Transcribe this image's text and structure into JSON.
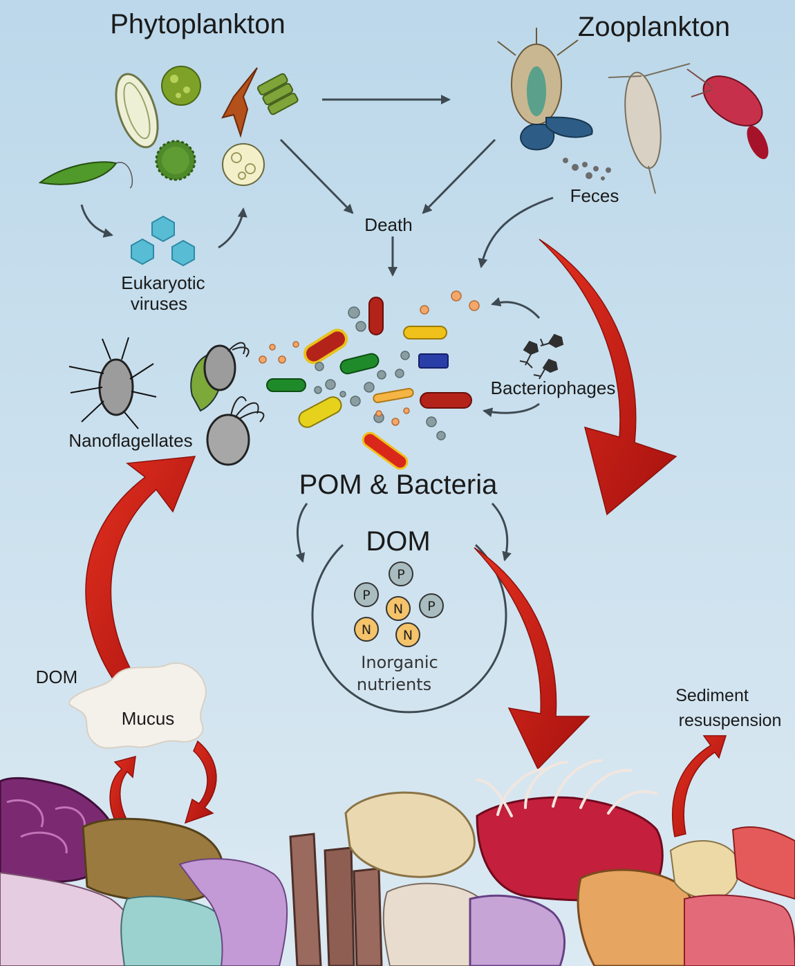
{
  "labels": {
    "phytoplankton": "Phytoplankton",
    "zooplankton": "Zooplankton",
    "feces": "Feces",
    "death": "Death",
    "eukaryotic_viruses_line1": "Eukaryotic",
    "eukaryotic_viruses_line2": "viruses",
    "bacteriophages": "Bacteriophages",
    "nanoflagellates": "Nanoflagellates",
    "pom_bacteria": "POM & Bacteria",
    "dom_center": "DOM",
    "dom_left": "DOM",
    "mucus": "Mucus",
    "inorganic_line1": "Inorganic",
    "inorganic_line2": "nutrients",
    "sediment_line1": "Sediment",
    "sediment_line2": "resuspension"
  },
  "nutrients": {
    "p": "P",
    "n": "N"
  },
  "colors": {
    "water_top": "#bcd8ea",
    "water_bottom": "#dbe9f2",
    "arrow_dark": "#3e4a52",
    "arrow_red": "#c51e18",
    "phosphate_fill": "#a9bcc0",
    "nitrogen_fill": "#f4c36a"
  }
}
